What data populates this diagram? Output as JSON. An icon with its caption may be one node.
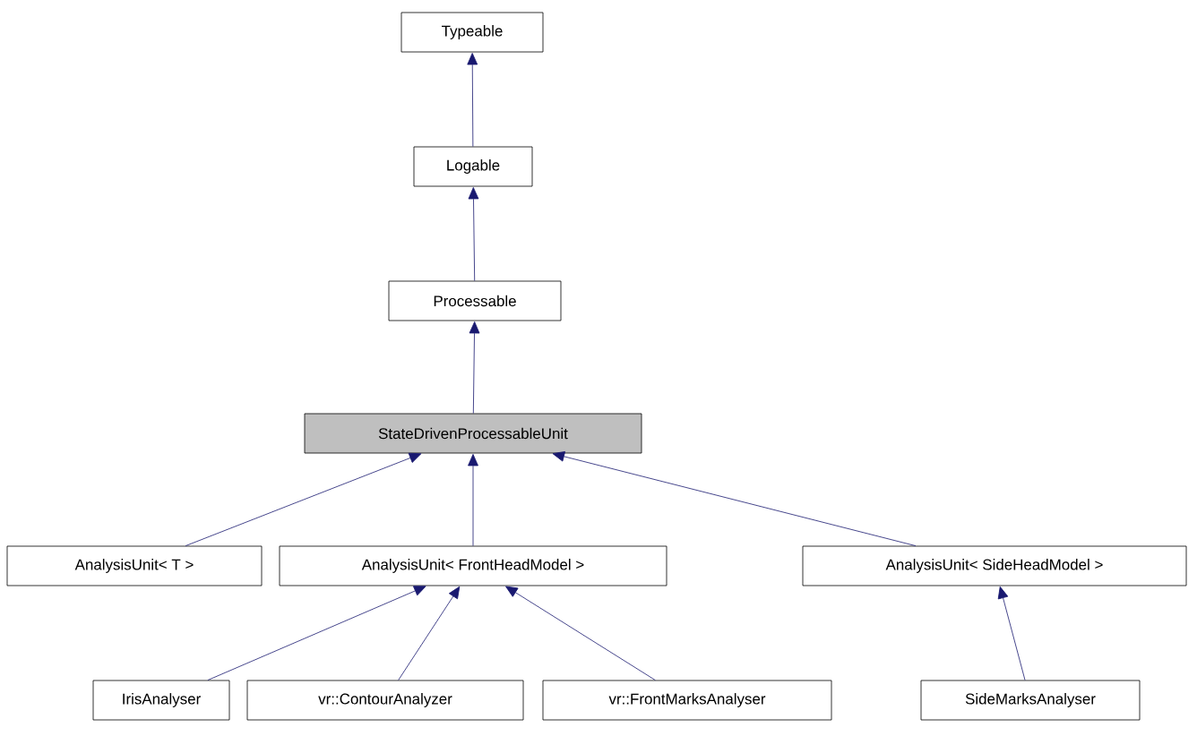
{
  "diagram": {
    "nodes": [
      {
        "text": [
          "Typeable"
        ]
      },
      {
        "text": [
          "Logable"
        ]
      },
      {
        "text": [
          "Processable"
        ]
      },
      {
        "text": [
          "StateDrivenProcessableUnit"
        ]
      },
      {
        "text": [
          "AnalysisUnit< T >"
        ]
      },
      {
        "text": [
          "AnalysisUnit< FrontHeadModel >"
        ]
      },
      {
        "text": [
          "AnalysisUnit< SideHeadModel >"
        ]
      },
      {
        "text": [
          "IrisAnalyser"
        ]
      },
      {
        "text": [
          "vr::ContourAnalyzer"
        ]
      },
      {
        "text": [
          "vr::FrontMarksAnalyser"
        ]
      },
      {
        "text": [
          "SideMarksAnalyser"
        ]
      }
    ],
    "edges": [
      {
        "from": 1,
        "to": 0,
        "arrow": "to"
      },
      {
        "from": 2,
        "to": 1,
        "arrow": "to"
      },
      {
        "from": 3,
        "to": 2,
        "arrow": "to"
      },
      {
        "from": 4,
        "to": 3,
        "arrow": "to"
      },
      {
        "from": 5,
        "to": 3,
        "arrow": "to"
      },
      {
        "from": 6,
        "to": 3,
        "arrow": "to"
      },
      {
        "from": 7,
        "to": 5,
        "arrow": "to"
      },
      {
        "from": 8,
        "to": 5,
        "arrow": "to"
      },
      {
        "from": 9,
        "to": 5,
        "arrow": "to"
      },
      {
        "from": 10,
        "to": 6,
        "arrow": "to"
      }
    ]
  }
}
